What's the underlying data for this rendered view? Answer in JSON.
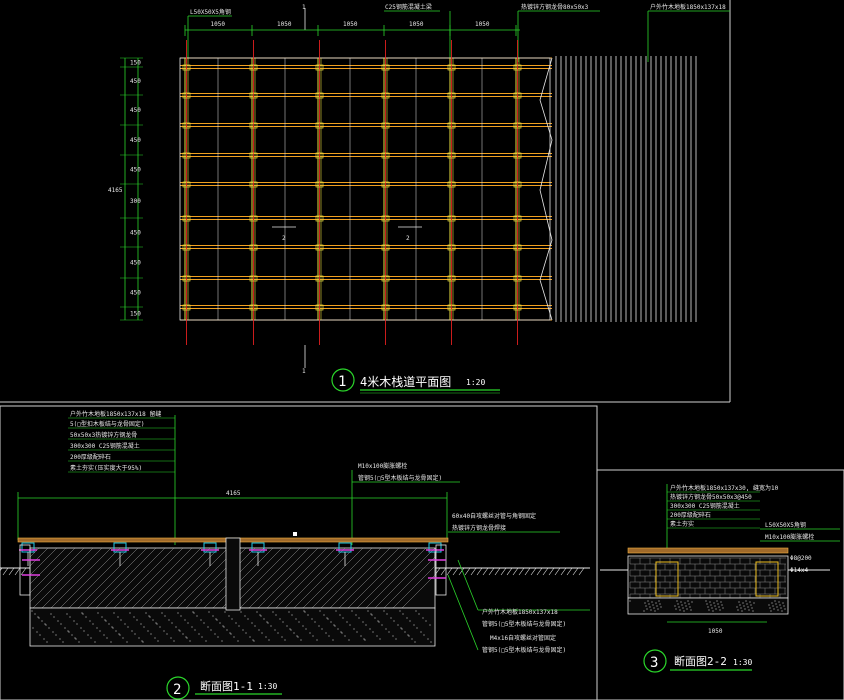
{
  "plan": {
    "title_num": "1",
    "title": "4米木栈道平面图",
    "scale": "1:20",
    "top_labels": [
      "L50X50X5角钢",
      "C25钢筋混凝土梁",
      "热镀锌方钢龙骨80x50x3",
      "户外竹木地板1850x137x18"
    ],
    "top_dims": [
      "1050",
      "1050",
      "1050",
      "1050",
      "1050"
    ],
    "left_dims": [
      "150",
      "450",
      "450",
      "450",
      "450",
      "300",
      "450",
      "450",
      "450",
      "150"
    ],
    "total_dim": "4165",
    "section_marks": [
      "1",
      "1",
      "2",
      "2"
    ]
  },
  "section1": {
    "title_num": "2",
    "title": "断面图1-1",
    "scale": "1:30",
    "layers": [
      "户外竹木地板1850x137x18 留缝",
      "5(□型扣木板结与龙骨固定)",
      "50x50x3热镀锌方钢龙骨",
      "300x300 C25钢筋混凝土",
      "200厚级配碎石",
      "素土夯实(压实度大于95%)"
    ],
    "total_dim": "4165",
    "right_labels": [
      "M10x100膨胀螺栓",
      "管钢5(□5型木板结与龙骨固定)"
    ],
    "right_labels2": [
      "60x40自攻螺丝对管与角钢固定",
      "热镀锌方钢龙骨焊接"
    ],
    "bottom_labels": [
      "户外竹木地板1850x137x18",
      "管钢5(□5型木板结与龙骨固定)",
      "M4x16自攻螺丝对管固定",
      "管钢5(□5型木板结与龙骨固定)"
    ]
  },
  "section2": {
    "title_num": "3",
    "title": "断面图2-2",
    "scale": "1:30",
    "layers": [
      "户外竹木地板1850x137x30, 缝宽为10",
      "热镀锌方钢龙骨50x50x3@450",
      "300x300 C25钢筋混凝土",
      "200厚级配碎石",
      "素土夯实"
    ],
    "right_labels": [
      "L50X50X5角钢",
      "M10x100膨胀螺栓",
      "Φ8@200",
      "Φ14x4"
    ],
    "dim": "1050"
  }
}
